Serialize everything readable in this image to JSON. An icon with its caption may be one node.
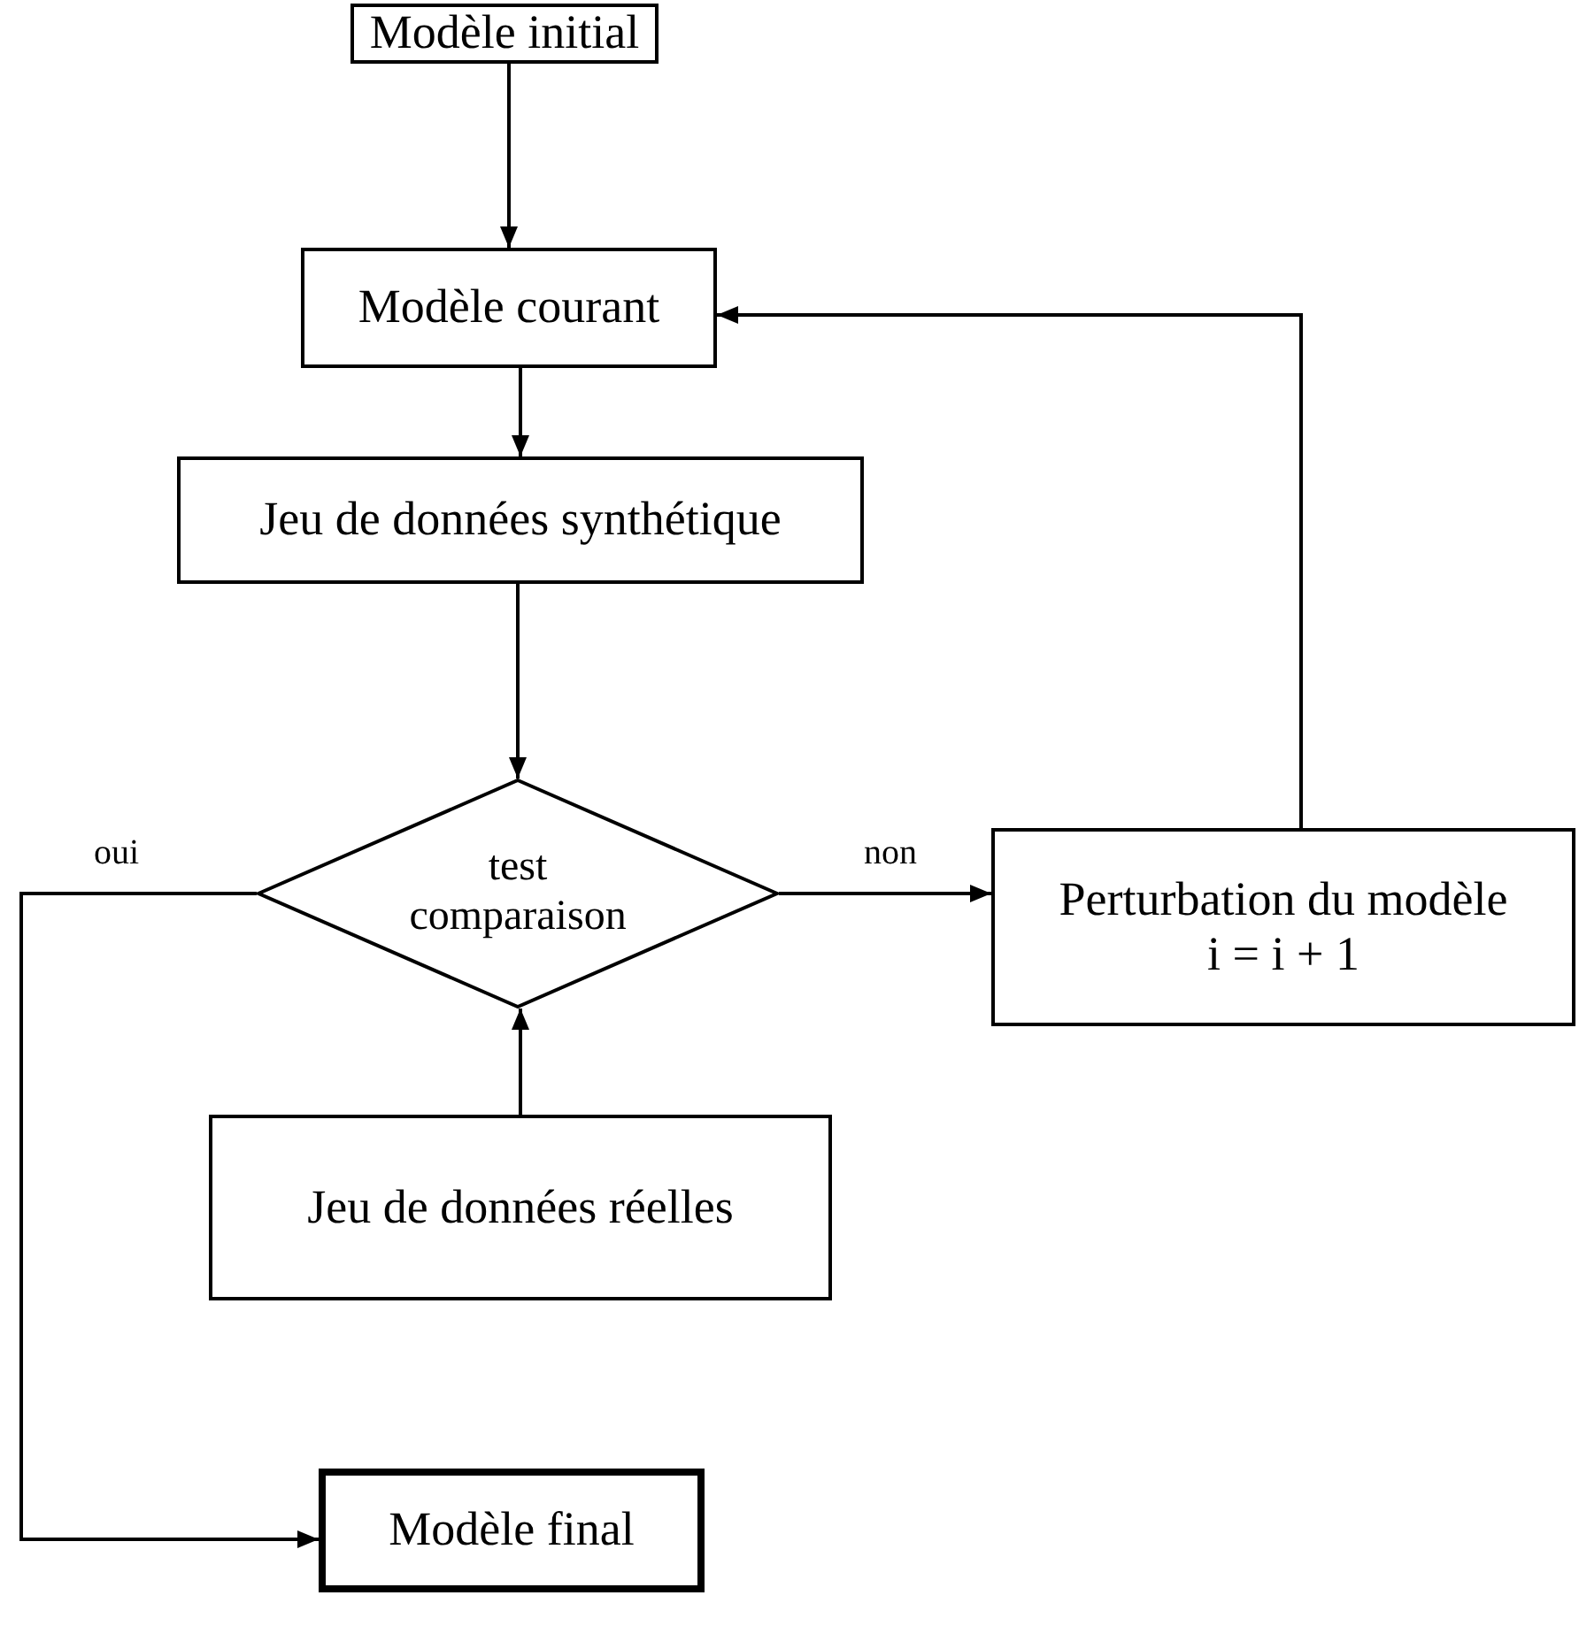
{
  "diagram": {
    "nodes": [
      {
        "text": [
          "Modèle initial"
        ]
      },
      {
        "text": [
          "Modèle courant"
        ]
      },
      {
        "text": [
          "Jeu de données synthétique"
        ]
      },
      {
        "text": [
          "test comparaison"
        ]
      },
      {
        "text": [
          "Perturbation du modèle",
          "i = i + 1"
        ]
      },
      {
        "text": [
          "Jeu de données réelles"
        ]
      },
      {
        "text": [
          "Modèle final"
        ]
      }
    ],
    "edges": [
      {
        "from": 0,
        "to": 1,
        "arrow": "to"
      },
      {
        "from": 1,
        "to": 2,
        "arrow": "to"
      },
      {
        "from": 2,
        "to": 3,
        "arrow": "to"
      },
      {
        "from": 3,
        "to": 4,
        "arrow": "to",
        "label": "non"
      },
      {
        "from": 5,
        "to": 3,
        "arrow": "to"
      },
      {
        "from": 4,
        "to": 1,
        "arrow": "to"
      },
      {
        "from": 3,
        "to": 6,
        "arrow": "to",
        "label": "oui"
      }
    ]
  }
}
